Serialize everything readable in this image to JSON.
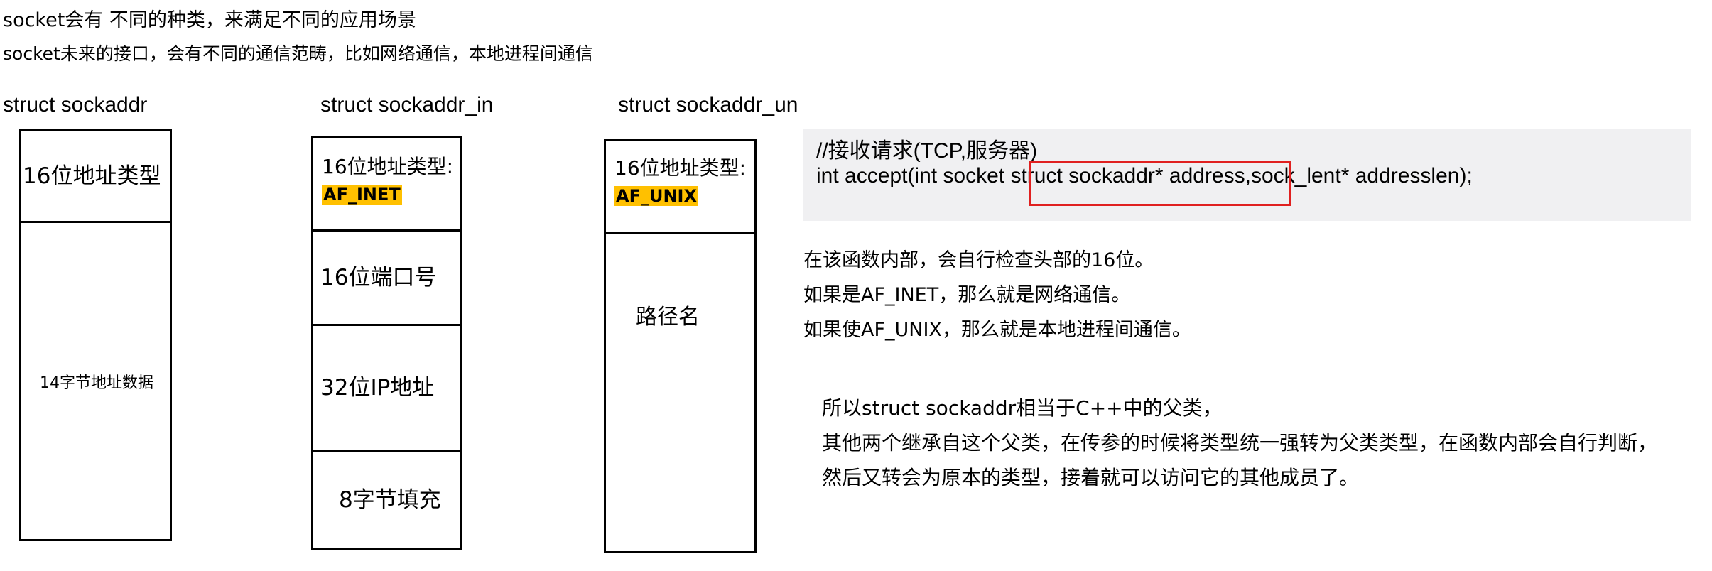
{
  "intro": {
    "line1": "socket会有 不同的种类，来满足不同的应用场景",
    "line2": "socket未来的接口，会有不同的通信范畴，比如网络通信，本地进程间通信"
  },
  "structs": {
    "sockaddr": {
      "title": "struct  sockaddr",
      "fields": [
        "16位地址类型",
        "14字节地址数据"
      ]
    },
    "sockaddr_in": {
      "title": "struct  sockaddr_in",
      "type_label": "16位地址类型:",
      "type_value": "AF_INET",
      "fields": [
        "16位端口号",
        "32位IP地址",
        "8字节填充"
      ]
    },
    "sockaddr_un": {
      "title": "struct  sockaddr_un",
      "type_label": "16位地址类型:",
      "type_value": "AF_UNIX",
      "fields": [
        "路径名"
      ]
    }
  },
  "code": {
    "comment": "//接收请求(TCP,服务器)",
    "prefix": "int  accept(int socket ",
    "highlight": "struct sockaddr* address,",
    "suffix": "sock_lent* addresslen);"
  },
  "notes": [
    "在该函数内部，会自行检查头部的16位。",
    "如果是AF_INET，那么就是网络通信。",
    "如果使AF_UNIX，那么就是本地进程间通信。"
  ],
  "conclusion": [
    "所以struct sockaddr相当于C++中的父类，",
    "其他两个继承自这个父类，在传参的时候将类型统一强转为父类类型，在函数内部会自行判断，",
    "然后又转会为原本的类型，接着就可以访问它的其他成员了。"
  ],
  "colors": {
    "highlight_bg": "#ffc000",
    "code_bg": "#f0f0f2",
    "red_box": "#e02020"
  }
}
